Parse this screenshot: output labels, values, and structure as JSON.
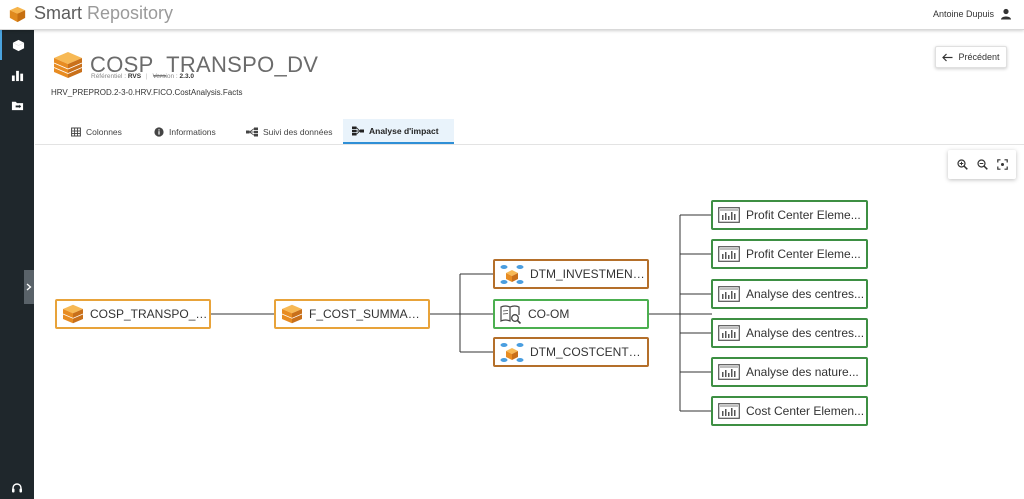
{
  "app": {
    "title_part1": "Smart",
    "title_part2": " Repository",
    "user_name": "Antoine Dupuis"
  },
  "object": {
    "title": "COSP_TRANSPO_DV",
    "meta_ref_label": "Référentiel :",
    "meta_ref_value": "RVS",
    "meta_version_label": "Version :",
    "meta_version_value": "2.3.0",
    "path": "HRV_PREPROD.2-3-0.HRV.FICO.CostAnalysis.Facts"
  },
  "buttons": {
    "previous": "Précédent"
  },
  "tabs": [
    {
      "label": "Colonnes",
      "icon": "table-icon"
    },
    {
      "label": "Informations",
      "icon": "info-icon"
    },
    {
      "label": "Suivi des données",
      "icon": "lineage-icon"
    },
    {
      "label": "Analyse d'impact",
      "icon": "impact-icon",
      "active": true
    }
  ],
  "graph": {
    "root": {
      "label": "COSP_TRANSPO_D..."
    },
    "level1": {
      "label": "F_COST_SUMMARY..."
    },
    "level2": [
      {
        "label": "DTM_INVESTMENT..."
      },
      {
        "label": "CO-OM"
      },
      {
        "label": "DTM_COSTCENTER..."
      }
    ],
    "level3": [
      {
        "label": "Profit Center Eleme..."
      },
      {
        "label": "Profit Center Eleme..."
      },
      {
        "label": "Analyse des centres..."
      },
      {
        "label": "Analyse des centres..."
      },
      {
        "label": "Analyse des nature..."
      },
      {
        "label": "Cost Center Elemen..."
      }
    ]
  },
  "colors": {
    "accent": "#2f8fd6",
    "orange": "#e8a33a",
    "brown": "#b46f2a",
    "green": "#4caf50",
    "sidebar": "#1f272c"
  }
}
